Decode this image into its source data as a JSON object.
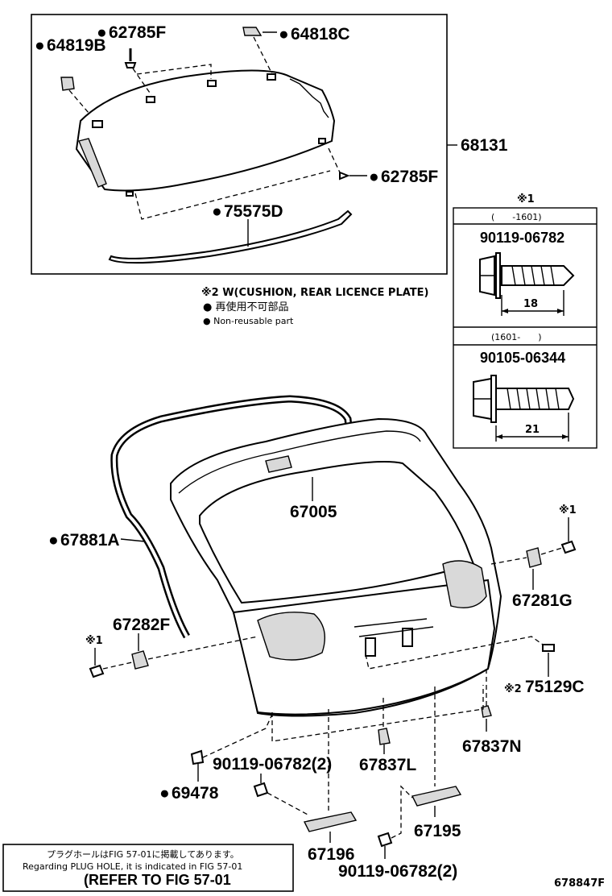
{
  "parts": {
    "glass_assembly": "68131",
    "glass_bracket_left": "64819B",
    "glass_clip_top": "62785F",
    "glass_bracket_right": "64818C",
    "glass_clip_right": "62785F",
    "glass_moulding": "75575D",
    "back_door_panel": "67005",
    "weatherstrip": "67881A",
    "stopper_right": "67281G",
    "stopper_left": "67282F",
    "cushion_licence": "75129C",
    "cushion_lower": "67837N",
    "plug": "67837L",
    "bolt_lower": "90119-06782(2)",
    "hole_plug": "69478",
    "bracket_lower_left": "67196",
    "bracket_lower_right": "67195",
    "bolt_bottom": "90119-06782(2)"
  },
  "marks": {
    "dot": "●",
    "ref1": "※1",
    "ref2": "※2"
  },
  "notes": {
    "line1": "※2 W(CUSHION, REAR LICENCE PLATE)",
    "line2": "● 再使用不可部品",
    "line3": "● Non-reusable part"
  },
  "bolt_table": {
    "header": "※1",
    "row1_range": "(　　-1601)",
    "row1_part": "90119-06782",
    "row1_dim": "18",
    "row2_range": "(1601-　　)",
    "row2_part": "90105-06344",
    "row2_dim": "21"
  },
  "footer": {
    "line1": "プラグホールはFIG 57-01に掲載してあります。",
    "line2": "Regarding PLUG HOLE, it is indicated in FIG 57-01",
    "line3": "(REFER TO FIG 57-01",
    "figure_id": "678847F"
  }
}
